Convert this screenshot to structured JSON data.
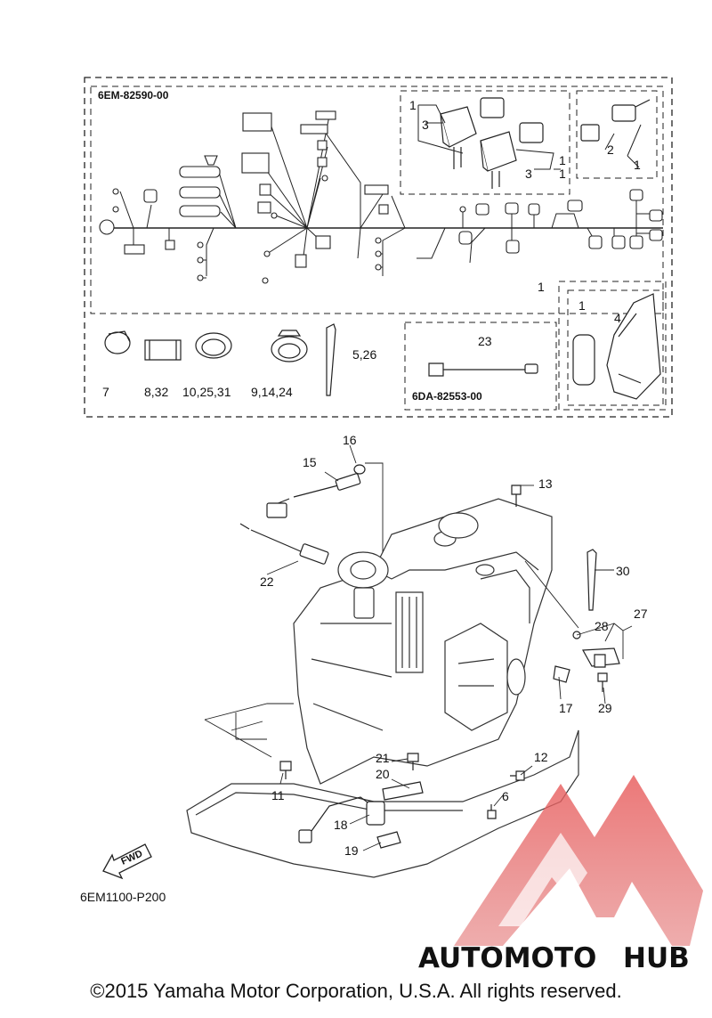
{
  "diagram": {
    "harness_code": "6EM-82590-00",
    "sub_harness_code": "6DA-82553-00",
    "figure_ref": "6EM1100-P200",
    "fwd_label": "FWD",
    "callouts_top": [
      "1",
      "3",
      "1",
      "3",
      "1",
      "2",
      "1",
      "1",
      "1",
      "4",
      "23",
      "5,26",
      "7",
      "8,32",
      "10,25,31",
      "9,14,24"
    ],
    "callouts_bottom": [
      "16",
      "15",
      "13",
      "22",
      "30",
      "28",
      "27",
      "17",
      "29",
      "12",
      "11",
      "21",
      "20",
      "6",
      "18",
      "19"
    ]
  },
  "watermark": {
    "brand_part1": "AUTOMOTO",
    "brand_part2": "HUB",
    "color_primary": "#e84f4f",
    "color_secondary": "#f2b248",
    "color_dark": "#555555"
  },
  "copyright": "©2015 Yamaha Motor Corporation, U.S.A. All rights reserved."
}
